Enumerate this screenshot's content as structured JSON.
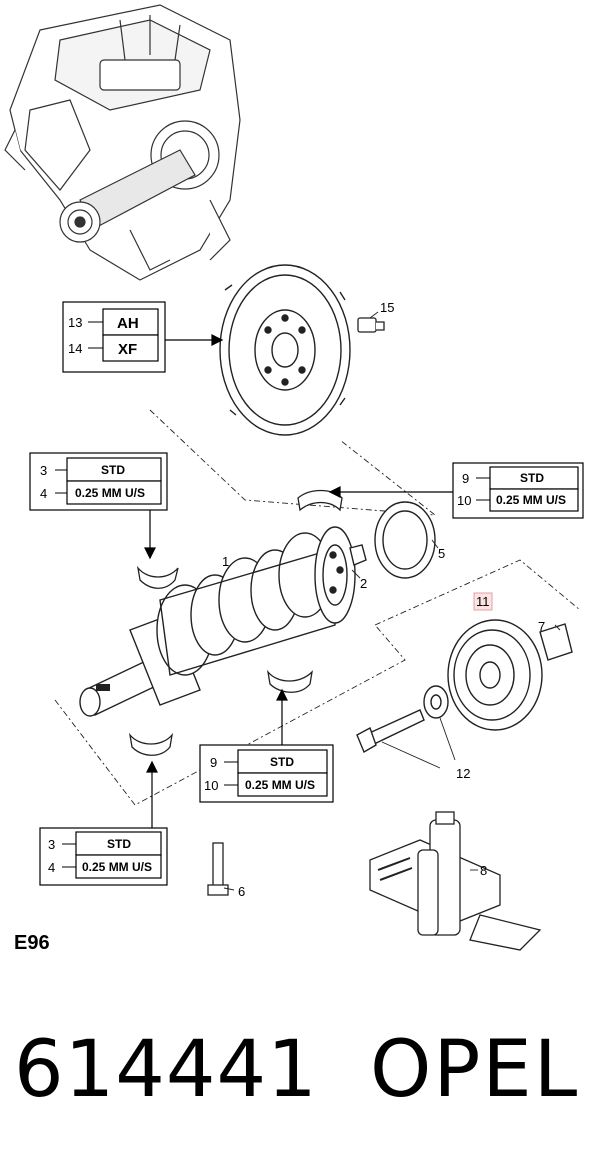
{
  "diagram": {
    "section_code": "E96",
    "callout_numbers": [
      "1",
      "2",
      "5",
      "6",
      "7",
      "8",
      "11",
      "12",
      "15"
    ],
    "boxes": {
      "flywheel": {
        "rows": [
          {
            "num": "13",
            "text": "AH"
          },
          {
            "num": "14",
            "text": "XF"
          }
        ]
      },
      "bearing_left_top": {
        "rows": [
          {
            "num": "3",
            "text": "STD"
          },
          {
            "num": "4",
            "text": "0.25  MM U/S"
          }
        ]
      },
      "bearing_right_top": {
        "rows": [
          {
            "num": "9",
            "text": "STD"
          },
          {
            "num": "10",
            "text": "0.25  MM U/S"
          }
        ]
      },
      "bearing_mid": {
        "rows": [
          {
            "num": "9",
            "text": "STD"
          },
          {
            "num": "10",
            "text": "0.25  MM U/S"
          }
        ]
      },
      "bearing_left_bottom": {
        "rows": [
          {
            "num": "3",
            "text": "STD"
          },
          {
            "num": "4",
            "text": "0.25  MM U/S"
          }
        ]
      }
    },
    "highlight_color": "#fbe3e3"
  },
  "footer": {
    "part_number": "614441",
    "brand": "OPEL"
  }
}
